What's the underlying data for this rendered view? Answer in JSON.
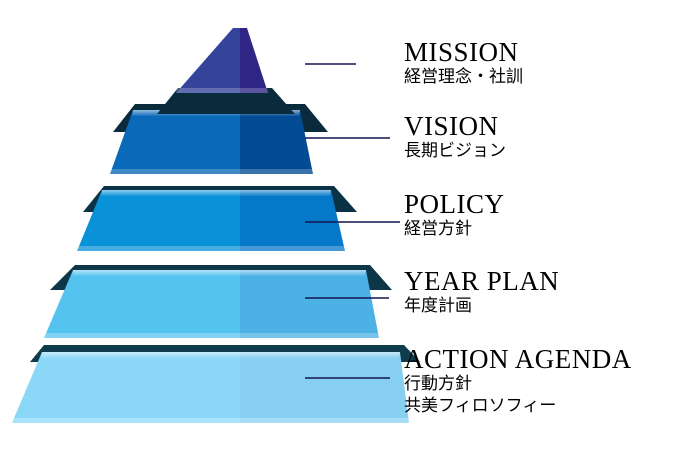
{
  "diagram": {
    "type": "pyramid",
    "background_color": "#ffffff",
    "leader_line_color": "#141452",
    "levels": [
      {
        "rank": 1,
        "title": "MISSION",
        "subtitles": [
          "経営理念・社訓"
        ],
        "fill_left": "#36439B",
        "fill_right": "#2E2585",
        "shadow_color": "#0A2B3C"
      },
      {
        "rank": 2,
        "title": "VISION",
        "subtitles": [
          "長期ビジョン"
        ],
        "fill_left": "#0A69B8",
        "fill_right": "#034C95",
        "shadow_color": "#0A2B3C"
      },
      {
        "rank": 3,
        "title": "POLICY",
        "subtitles": [
          "経営方針"
        ],
        "fill_left": "#0A92D8",
        "fill_right": "#0579C8",
        "shadow_color": "#0B3245"
      },
      {
        "rank": 4,
        "title": "YEAR PLAN",
        "subtitles": [
          "年度計画"
        ],
        "fill_left": "#55C3F0",
        "fill_right": "#4CB1E5",
        "shadow_color": "#0D3748"
      },
      {
        "rank": 5,
        "title": "ACTION AGENDA",
        "subtitles": [
          "行動方針",
          "共美フィロソフィー"
        ],
        "fill_left": "#8AD7F8",
        "fill_right": "#86CFF0",
        "shadow_color": "#0F3B4D"
      }
    ]
  }
}
